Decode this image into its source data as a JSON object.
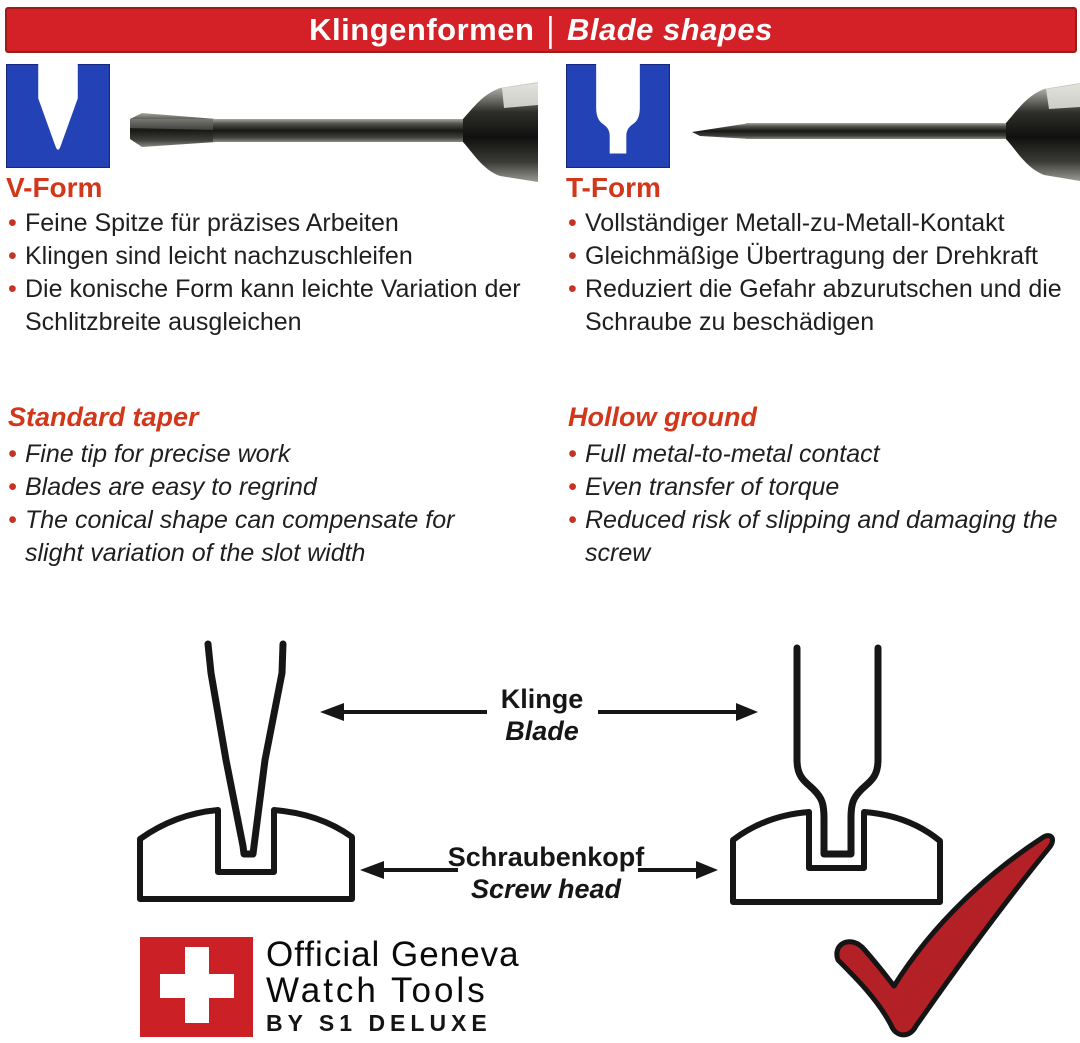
{
  "header": {
    "title_de": "Klingenformen",
    "separator": "|",
    "title_en": "Blade shapes"
  },
  "colors": {
    "banner_red": "#d42127",
    "accent_red": "#d2371b",
    "icon_blue": "#2342b5",
    "flag_red": "#cb2026",
    "check_red": "#b32025",
    "text_dark": "#1f1f1f"
  },
  "v_form": {
    "title": "V-Form",
    "bullets": [
      "Feine Spitze für präzises Arbeiten",
      "Klingen sind leicht nachzuschleifen",
      "Die konische Form kann leichte Variation der Schlitzbreite ausgleichen"
    ]
  },
  "t_form": {
    "title": "T-Form",
    "bullets": [
      "Vollständiger Metall-zu-Metall-Kontakt",
      "Gleichmäßige Übertragung der Drehkraft",
      "Reduziert die Gefahr abzurutschen und die Schraube zu beschädigen"
    ]
  },
  "standard_taper": {
    "title": "Standard taper",
    "bullets": [
      "Fine tip for precise work",
      "Blades are easy to regrind",
      "The conical shape can compensate for slight variation of the slot width"
    ]
  },
  "hollow_ground": {
    "title": "Hollow ground",
    "bullets": [
      "Full metal-to-metal contact",
      "Even transfer of torque",
      "Reduced risk of slipping and damaging the screw"
    ]
  },
  "diagram": {
    "blade_de": "Klinge",
    "blade_en": "Blade",
    "screwhead_de": "Schraubenkopf",
    "screwhead_en": "Screw head"
  },
  "brand": {
    "line1": "Official Geneva",
    "line2": "Watch Tools",
    "line3": "BY S1 DELUXE"
  }
}
